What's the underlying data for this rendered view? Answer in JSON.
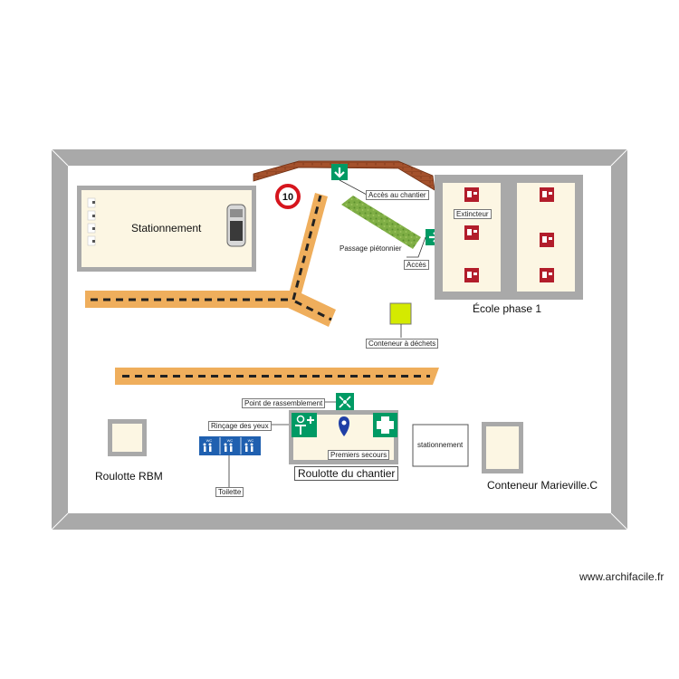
{
  "labels": {
    "stationnement_main": "Stationnement",
    "acces_chantier": "Accès au chantier",
    "passage_pietonnier": "Passage piétonnier",
    "acces": "Accès",
    "extincteur": "Extincteur",
    "ecole_phase": "École phase 1",
    "conteneur_dechets": "Conteneur à déchets",
    "point_rassemblement": "Point de rassemblement",
    "rincage_yeux": "Rinçage des yeux",
    "toilette": "Toilette",
    "premiers_secours": "Premiers secours",
    "stationnement_small": "stationnement",
    "roulotte_rbm": "Roulotte RBM",
    "roulotte_chantier": "Roulotte du chantier",
    "conteneur_marieville": "Conteneur Marieville.C"
  },
  "speed_limit": "10",
  "toilet_signs": [
    "WC",
    "WC",
    "WC"
  ],
  "credit": "www.archifacile.fr",
  "colors": {
    "wall": "#a9a9a9",
    "floor": "#fcf6e3",
    "road": "#efae5c",
    "roof_brick": "#a4512c",
    "grass": "#7bab3f",
    "safety_green": "#009a64",
    "extinguisher_red": "#b21d2b",
    "waste_container": "#d4ea00",
    "toilet_blue": "#1f60b0",
    "speed_red": "#d6151d"
  },
  "icons": [
    "speed-limit-sign-icon",
    "exit-arrow-down-icon",
    "exit-arrow-right-icon",
    "fire-extinguisher-icon",
    "assembly-point-icon",
    "eyewash-icon",
    "first-aid-cross-icon",
    "location-pin-icon",
    "toilet-sign-icon",
    "parked-car-icon"
  ]
}
